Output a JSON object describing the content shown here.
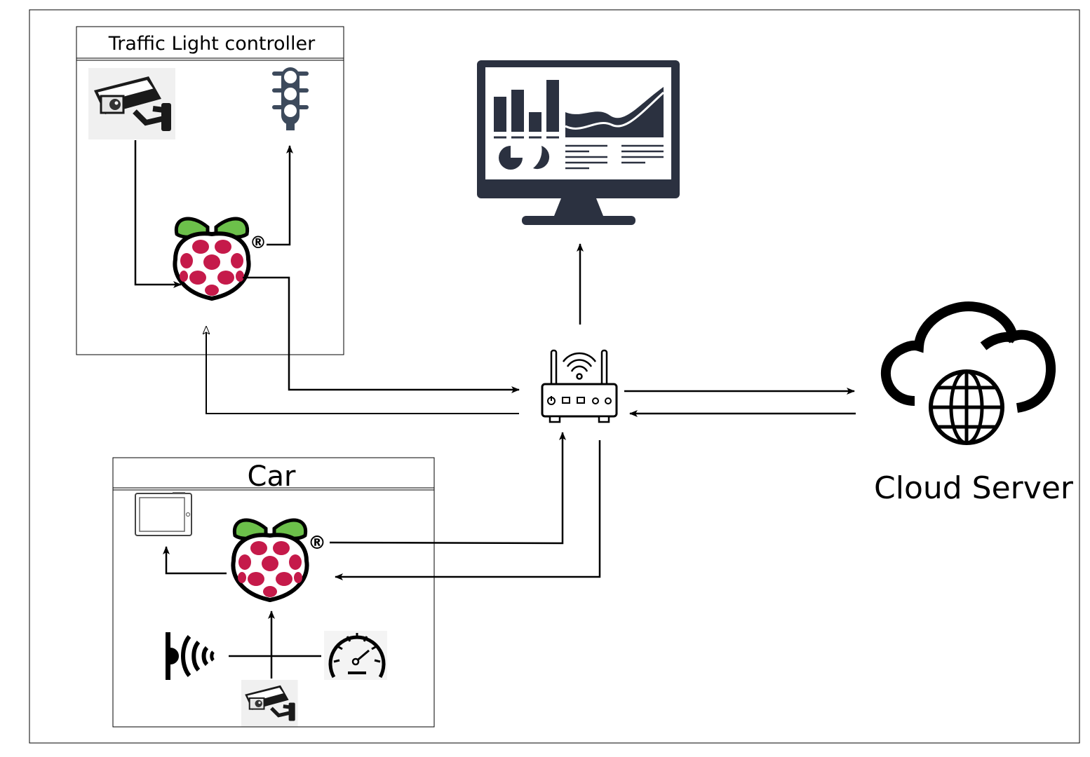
{
  "diagram": {
    "traffic_box": {
      "title": "Traffic Light controller"
    },
    "car_box": {
      "title": "Car"
    },
    "cloud": {
      "label": "Cloud Server"
    },
    "colors": {
      "line": "#000000",
      "dashboard": "#2b3140",
      "raspberry_red": "#c51a4a",
      "raspberry_leaf": "#6cc04a",
      "traffic_light": "#3d4a5c"
    },
    "icons": [
      "cctv-camera-icon",
      "traffic-light-icon",
      "raspberry-pi-icon",
      "dashboard-monitor-icon",
      "wifi-router-icon",
      "cloud-globe-icon",
      "tablet-icon",
      "proximity-sensor-icon",
      "speedometer-icon"
    ],
    "registered_mark": "®"
  }
}
